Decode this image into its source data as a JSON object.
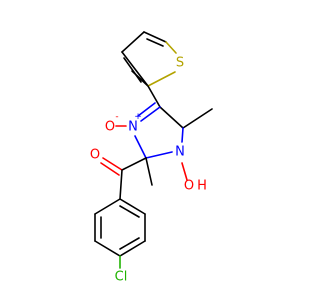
{
  "molecule": {
    "colors": {
      "carbon_bond": "#000000",
      "oxygen": "#ff0000",
      "nitrogen": "#0000ff",
      "sulfur": "#b3a300",
      "chlorine": "#1fb300"
    },
    "labels": {
      "thiophene_s": "S",
      "n_oxide_n": "N",
      "n_oxide_plus": "+",
      "n_oxide_o": "O",
      "n_oxide_minus": "-",
      "hydroxyl_n": "N",
      "hydroxyl_o": "O",
      "hydroxyl_h": "H",
      "ketone_o": "O",
      "chloro": "Cl"
    }
  }
}
